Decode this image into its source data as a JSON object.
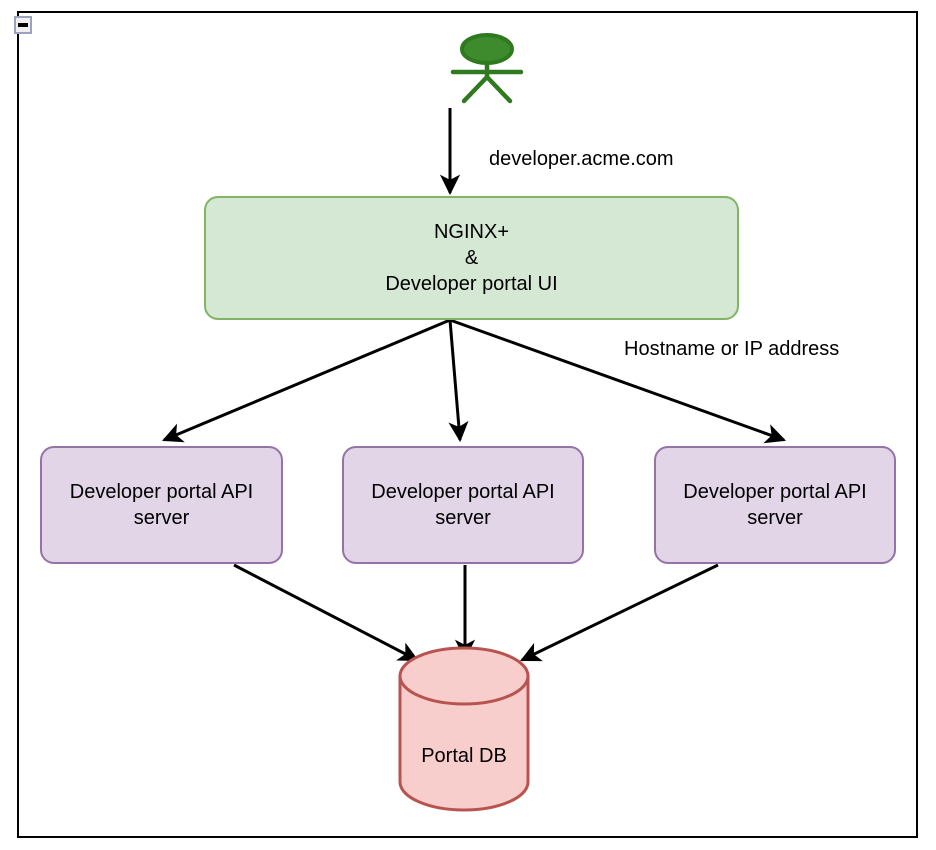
{
  "frame": {
    "collapse_button": {
      "icon": "minus-icon",
      "label": "-"
    }
  },
  "actor": {
    "name": "user-actor",
    "icon": "stick-figure-icon",
    "color": "#2f7a1f",
    "fill": "#3d8b2c"
  },
  "edges": {
    "actor_to_gateway_label": "developer.acme.com",
    "gateway_to_api_label": "Hostname or IP address"
  },
  "nodes": {
    "gateway": {
      "id": "nginx-developer-portal-ui",
      "lines": [
        "NGINX+",
        "&",
        "Developer portal UI"
      ],
      "fill": "#d5e8d4",
      "stroke": "#82b366"
    },
    "api_servers": [
      {
        "id": "developer-portal-api-server-1",
        "label": "Developer portal API server",
        "fill": "#e1d5e7",
        "stroke": "#9673a6"
      },
      {
        "id": "developer-portal-api-server-2",
        "label": "Developer portal API server",
        "fill": "#e1d5e7",
        "stroke": "#9673a6"
      },
      {
        "id": "developer-portal-api-server-3",
        "label": "Developer portal API server",
        "fill": "#e1d5e7",
        "stroke": "#9673a6"
      }
    ],
    "database": {
      "id": "portal-db",
      "label": "Portal DB",
      "fill": "#f8cecc",
      "stroke": "#b85450",
      "shape": "cylinder"
    }
  }
}
